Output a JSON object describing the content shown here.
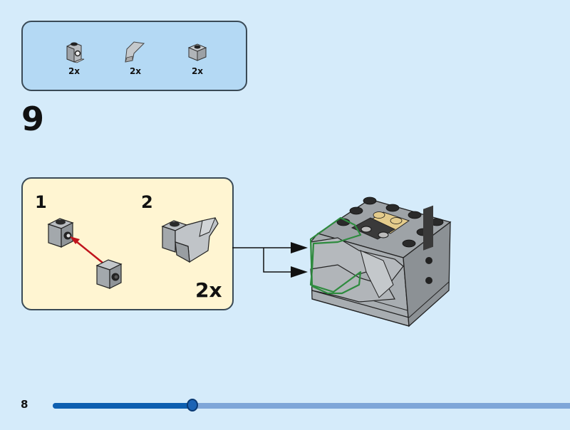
{
  "parts_list": {
    "items": [
      {
        "name": "brick 1x1 with stud on side",
        "qty": "2x"
      },
      {
        "name": "slope curved wing",
        "qty": "2x"
      },
      {
        "name": "brick 1x1",
        "qty": "2x"
      }
    ]
  },
  "step": {
    "number": "9"
  },
  "sub_assembly": {
    "steps": [
      {
        "number": "1"
      },
      {
        "number": "2"
      }
    ],
    "multiplier": "2x"
  },
  "footer": {
    "page_number": "8",
    "progress_fraction": 0.27
  },
  "colors": {
    "background": "#d5ebfa",
    "parts_box": "#b4d9f4",
    "sub_box": "#fff5d2",
    "brick_grey": "#a0a5a9",
    "highlight_green": "#2e8b3e",
    "tan": "#e4cc8c",
    "arrow_red": "#c0141c"
  }
}
